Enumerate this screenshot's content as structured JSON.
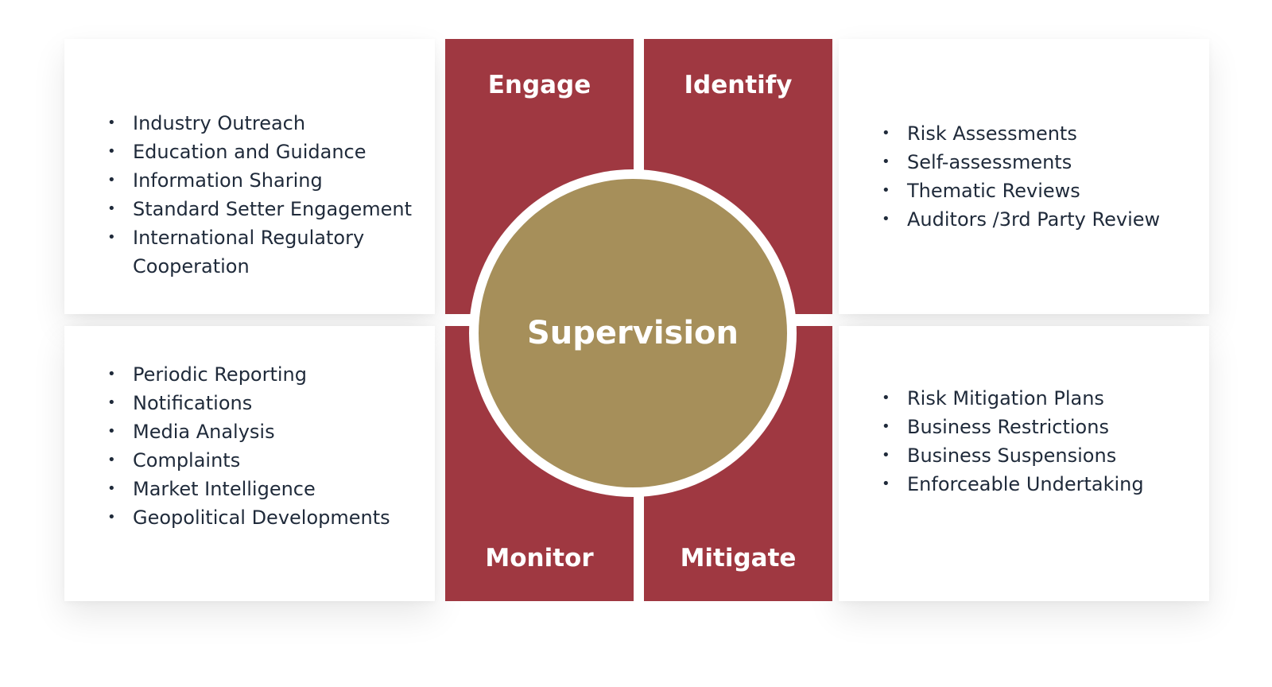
{
  "center": {
    "label": "Supervision"
  },
  "quadrants": {
    "engage": {
      "label": "Engage",
      "items": [
        "Industry Outreach",
        "Education and Guidance",
        "Information Sharing",
        "Standard Setter Engagement",
        "International Regulatory Cooperation"
      ]
    },
    "identify": {
      "label": "Identify",
      "items": [
        "Risk Assessments",
        "Self-assessments",
        "Thematic Reviews",
        "Auditors /3rd Party Review"
      ]
    },
    "monitor": {
      "label": "Monitor",
      "items": [
        "Periodic Reporting",
        "Notifications",
        "Media Analysis",
        "Complaints",
        "Market Intelligence",
        "Geopolitical Developments"
      ]
    },
    "mitigate": {
      "label": "Mitigate",
      "items": [
        "Risk Mitigation Plans",
        "Business Restrictions",
        "Business Suspensions",
        "Enforceable Undertaking"
      ]
    }
  },
  "colors": {
    "panel": "#9f3841",
    "hub": "#a68f5a",
    "text": "#1f2a3a",
    "card": "#ffffff"
  }
}
